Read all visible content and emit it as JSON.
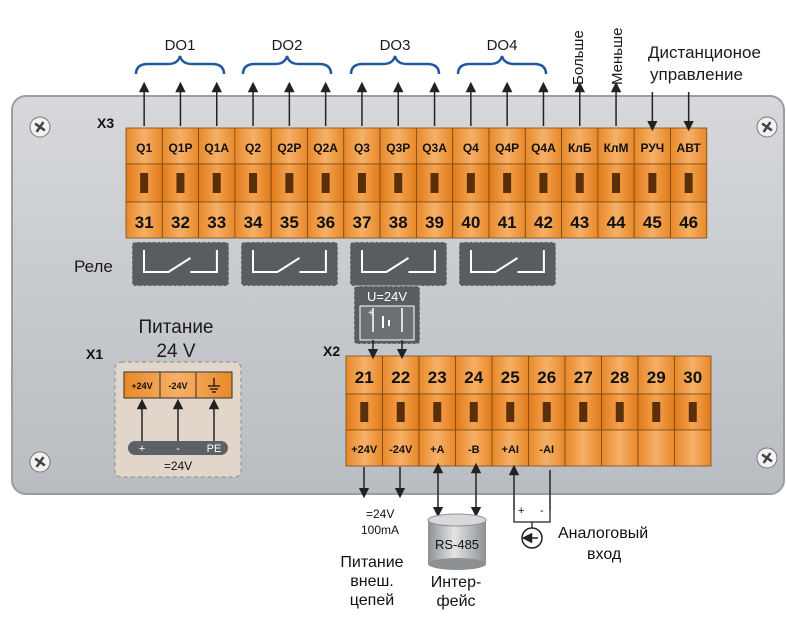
{
  "top_groups": {
    "do1": "DO1",
    "do2": "DO2",
    "do3": "DO3",
    "do4": "DO4",
    "more": "Больше",
    "less": "Меньше",
    "remote_line1": "Дистанционое",
    "remote_line2": "управление"
  },
  "x3": {
    "label": "X3",
    "top_labels": [
      "Q1",
      "Q1P",
      "Q1A",
      "Q2",
      "Q2P",
      "Q2A",
      "Q3",
      "Q3P",
      "Q3A",
      "Q4",
      "Q4P",
      "Q4A",
      "КлБ",
      "КлМ",
      "РУЧ",
      "АВТ"
    ],
    "numbers": [
      "31",
      "32",
      "33",
      "34",
      "35",
      "36",
      "37",
      "38",
      "39",
      "40",
      "41",
      "42",
      "43",
      "44",
      "45",
      "46"
    ]
  },
  "relay": {
    "label": "Реле"
  },
  "power": {
    "line1": "Питание",
    "line2": "24 V",
    "x1_label": "X1",
    "terminals": [
      "+24V",
      "-24V"
    ],
    "bottom_labels": [
      "+",
      "-",
      "PE"
    ],
    "voltage": "=24V"
  },
  "source": {
    "label": "U=24V"
  },
  "x2": {
    "label": "X2",
    "numbers": [
      "21",
      "22",
      "23",
      "24",
      "25",
      "26",
      "27",
      "28",
      "29",
      "30"
    ],
    "bottom_labels": [
      "+24V",
      "-24V",
      "+A",
      "-B",
      "+AI",
      "-AI",
      "",
      "",
      "",
      ""
    ]
  },
  "ext_power": {
    "voltage": "=24V",
    "current": "100mA",
    "line1": "Питание",
    "line2": "внеш.",
    "line3": "цепей"
  },
  "interface": {
    "device": "RS-485",
    "line1": "Интер-",
    "line2": "фейс"
  },
  "analog": {
    "plus": "+",
    "minus": "-",
    "line1": "Аналоговый",
    "line2": "вход"
  },
  "colors": {
    "terminal_orange": "#f29a3d",
    "terminal_dark": "#e07a1a",
    "panel": "#c9ccd0",
    "arrow": "#222222",
    "brace": "#1f5a9e"
  }
}
